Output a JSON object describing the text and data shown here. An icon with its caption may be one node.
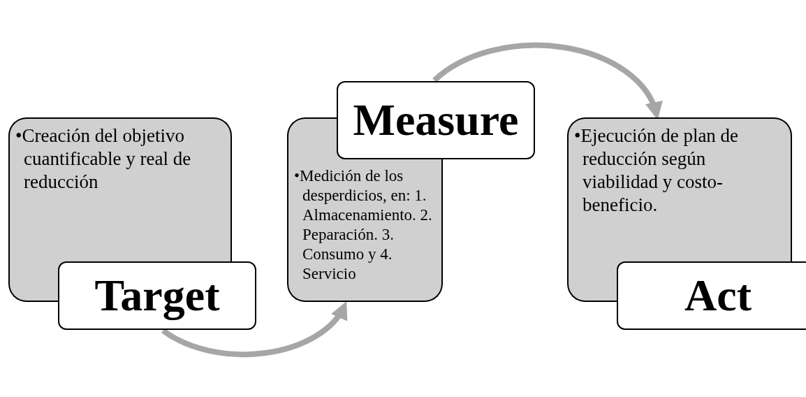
{
  "diagram": {
    "nodes": [
      {
        "text": [
          "•Creación del objetivo cuantificable y real de reducción"
        ]
      },
      {
        "text": [
          "Target"
        ]
      },
      {
        "text": [
          "Measure"
        ]
      },
      {
        "text": [
          "•Medición de los desperdicios, en: 1. Almacenamiento. 2. Peparación. 3. Consumo y 4. Servicio"
        ]
      },
      {
        "text": [
          "•Ejecución de plan de reducción según viabilidad y costo-beneficio."
        ]
      },
      {
        "text": [
          "Act"
        ]
      }
    ],
    "edges": [
      {
        "from": 1,
        "to": 3,
        "arrow": "to"
      },
      {
        "from": 2,
        "to": 4,
        "arrow": "to"
      }
    ]
  }
}
